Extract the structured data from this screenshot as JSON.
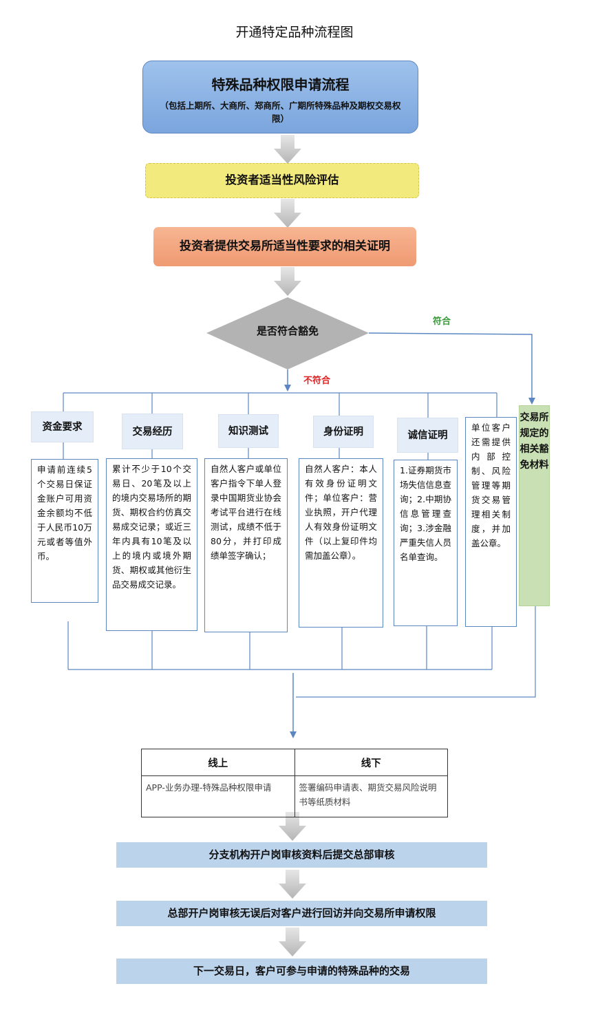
{
  "title": "开通特定品种流程图",
  "main": {
    "title": "特殊品种权限申请流程",
    "subtitle": "（包括上期所、大商所、郑商所、广期所特殊品种及期权交易权限）"
  },
  "step_risk": "投资者适当性风险评估",
  "step_proof": "投资者提供交易所适当性要求的相关证明",
  "decision": {
    "question": "是否符合豁免",
    "yes_label": "符合",
    "no_label": "不符合",
    "exempt_box": "交易所规定的相关豁免材料"
  },
  "requirements": [
    {
      "title": "资金要求",
      "text": "申请前连续5个交易日保证金账户可用资金余额均不低于人民币10万元或者等值外币。"
    },
    {
      "title": "交易经历",
      "text": "累计不少于10个交易日、20笔及以上的境内交易场所的期货、期权合约仿真交易成交记录；或近三年内具有10笔及以上的境内或境外期货、期权或其他衍生品交易成交记录。"
    },
    {
      "title": "知识测试",
      "text": "自然人客户或单位客户指令下单人登录中国期货业协会考试平台进行在线测试，成绩不低于80分，并打印成绩单签字确认；"
    },
    {
      "title": "身份证明",
      "text": "自然人客户：本人有效身份证明文件；单位客户：营业执照，开户代理人有效身份证明文件（以上复印件均需加盖公章）。"
    },
    {
      "title": "诚信证明",
      "text": "1.证券期货市场失信信息查询；2.中期协信息管理查询；3.涉金融严重失信人员名单查询。"
    },
    {
      "title": "",
      "text": "单位客户还需提供内部控制、风险管理等期货交易管理相关制度，并加盖公章。"
    }
  ],
  "modes": {
    "online_header": "线上",
    "offline_header": "线下",
    "online_text": "APP-业务办理-特殊品种权限申请",
    "offline_text": "签署编码申请表、期货交易风险说明书等纸质材料"
  },
  "final_steps": [
    "分支机构开户岗审核资料后提交总部审核",
    "总部开户岗审核无误后对客户进行回访并向交易所申请权限",
    "下一交易日，客户可参与申请的特殊品种的交易"
  ],
  "colors": {
    "connector_blue": "#5b86c2",
    "gray_arrow": "#bfbfbf",
    "diamond": "#b3b3b3",
    "yes_green": "#3a9a3a",
    "no_red": "#e02020"
  }
}
